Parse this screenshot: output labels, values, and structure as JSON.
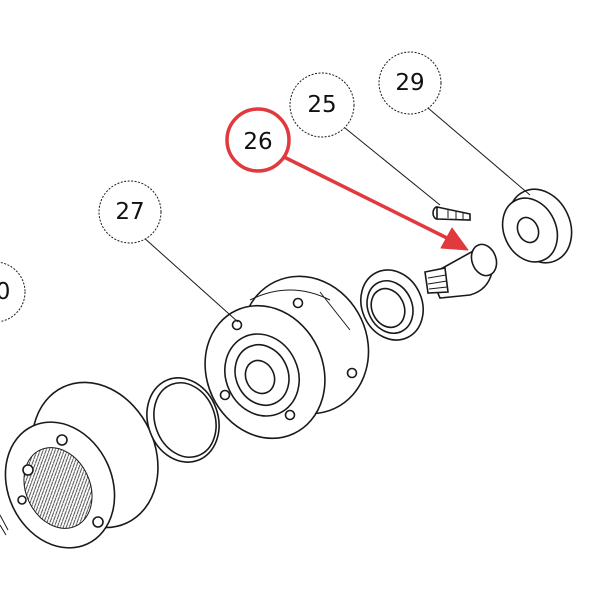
{
  "callouts": {
    "c25": "25",
    "c26": "26",
    "c27": "27",
    "c29": "29",
    "c_partial": "0"
  },
  "colors": {
    "highlight": "#e0393e",
    "ink": "#1a1a1a",
    "background": "#ffffff"
  }
}
